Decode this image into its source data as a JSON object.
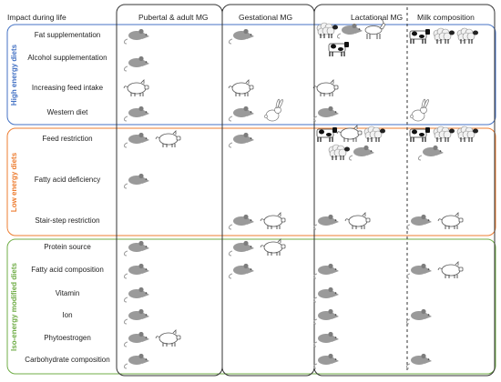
{
  "header": {
    "impact": "Impact during life",
    "columns": [
      "Pubertal & adult MG",
      "Gestational MG",
      "Lactational MG",
      "Milk composition"
    ]
  },
  "groups": [
    {
      "title": "High energy diets",
      "color": "#4472c4",
      "rows": [
        {
          "label": "Fat supplementation",
          "cells": [
            [
              "mouse"
            ],
            [
              "mouse"
            ],
            [
              "sheep",
              "mouse",
              "goat",
              "cow"
            ],
            [
              "cow",
              "sheep",
              "sheep"
            ]
          ]
        },
        {
          "label": "Alcohol supplementation",
          "cells": [
            [
              "mouse"
            ],
            [],
            [],
            []
          ]
        },
        {
          "label": "Increasing feed intake",
          "cells": [
            [
              "pig"
            ],
            [
              "pig"
            ],
            [
              "pig"
            ],
            []
          ]
        },
        {
          "label": "Western diet",
          "cells": [
            [
              "mouse"
            ],
            [
              "mouse",
              "rabbit"
            ],
            [
              "mouse"
            ],
            [
              "rabbit"
            ]
          ]
        }
      ]
    },
    {
      "title": "Low energy diets",
      "color": "#ed7d31",
      "rows": [
        {
          "label": "Feed restriction",
          "cells": [
            [
              "mouse",
              "pig"
            ],
            [
              "mouse"
            ],
            [
              "cow",
              "pig",
              "sheep",
              "sheep",
              "mouse"
            ],
            [
              "cow",
              "sheep",
              "sheep",
              "mouse"
            ]
          ]
        },
        {
          "label": "Fatty acid deficiency",
          "cells": [
            [
              "mouse"
            ],
            [],
            [],
            []
          ]
        },
        {
          "label": "Stair-step restriction",
          "cells": [
            [],
            [
              "mouse",
              "pig"
            ],
            [
              "mouse",
              "pig"
            ],
            [
              "mouse",
              "pig"
            ]
          ]
        }
      ]
    },
    {
      "title": "Iso-energy modified diets",
      "color": "#70ad47",
      "rows": [
        {
          "label": "Protein source",
          "cells": [
            [
              "mouse"
            ],
            [
              "mouse",
              "pig"
            ],
            [],
            []
          ]
        },
        {
          "label": "Fatty acid composition",
          "cells": [
            [
              "mouse"
            ],
            [
              "mouse"
            ],
            [
              "mouse"
            ],
            [
              "mouse",
              "pig"
            ]
          ]
        },
        {
          "label": "Vitamin",
          "cells": [
            [
              "mouse"
            ],
            [],
            [
              "mouse"
            ],
            []
          ]
        },
        {
          "label": "Ion",
          "cells": [
            [
              "mouse"
            ],
            [],
            [
              "mouse"
            ],
            [
              "mouse"
            ]
          ]
        },
        {
          "label": "Phytoestrogen",
          "cells": [
            [
              "mouse",
              "pig"
            ],
            [],
            [
              "mouse"
            ],
            []
          ]
        },
        {
          "label": "Carbohydrate composition",
          "cells": [
            [
              "mouse"
            ],
            [],
            [
              "mouse"
            ],
            [
              "mouse"
            ]
          ]
        }
      ]
    }
  ],
  "icon_names": {
    "mouse": "mouse-icon",
    "pig": "pig-icon",
    "sheep": "sheep-icon",
    "goat": "goat-icon",
    "cow": "cow-icon",
    "rabbit": "rabbit-icon"
  }
}
